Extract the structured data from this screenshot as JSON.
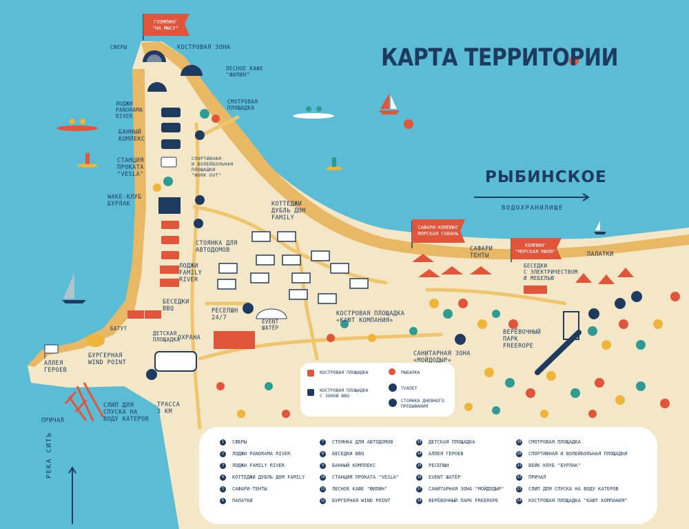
{
  "title": "КАРТА ТЕРРИТОРИИ",
  "lake": {
    "name": "РЫБИНСКОЕ",
    "subtitle": "ВОДОХРАНИЛИЩЕ"
  },
  "river": "РЕКА СИТЬ",
  "flags": {
    "glamping": "ГЛЭМПИНГ\n\"НА МЫСУ\"",
    "safari_camp": "САФАРИ-КЕМПИНГ\nМОРСКАЯ ГАВАНЬ",
    "camping_mile": "КЕМПИНГ\n\"МОРСКАЯ МИЛЯ\""
  },
  "labels": {
    "spheres": "СФЕРЫ",
    "fire_zone": "КОСТРОВАЯ ЗОНА",
    "forest_cafe": "ЛЕСНОЕ КАФЕ\n\"ФИЛИН\"",
    "lodges_panorama": "ЛОДЖИ\nPANORAMA\nRIVER",
    "observation": "СМОТРОВАЯ\nПЛОЩАДКА",
    "bath": "БАННЫЙ\nКОМЛЕКС",
    "sports": "СПОРТИВНАЯ\nИ ВОЛЕЙБОЛЬНАЯ\nПЛОЩАДКИ\n\"WORK OUT\"",
    "rental": "СТАНЦИЯ\nПРОКАТА\n\"VESLA\"",
    "wake": "WAKE-КЛУБ\nБУРЛАК",
    "cottages": "КОТТЕДЖИ\nДУБЛЬ ДОМ\nFAMILY",
    "rv_parking": "СТОЯНКА ДЛЯ\nАВТОДОМОВ",
    "lodges_family": "ЛОДЖИ\nFAMILY\nRIVER",
    "gazebos": "БЕСЕДКИ\nBBQ",
    "reception": "РЕСЕПШН\n24/7",
    "event": "EVENT\nШАТЁР",
    "fire_cabin": "КОСТРОВАЯ ПЛОЩАДКА\n«КАЮТ КОМПАНИЯ»",
    "batut": "БАТУТ",
    "kids": "ДЕТСКАЯ\nПЛОЩАДКА",
    "security": "ОХРАНА",
    "burger": "БУРГЕРНАЯ\nWIND POINT",
    "alley": "АЛЛЕЯ\nГЕРОЕВ",
    "slip": "СЛИП ДЛЯ\nСПУСКА НА\nВОДУ КАТЕРОВ",
    "pier": "ПРИЧАЛ",
    "highway": "ТРАССА\n3 КМ",
    "safari_tents": "САФАРИ\nТЕНТЫ",
    "tents": "ПАЛАТКИ",
    "gazebos_elec": "БЕСЕДКИ\nС ЭЛЕКТРИЧЕСТВОМ\nИ МЕБЕЛЬЮ",
    "ropes": "ВЕРЁВОЧНЫЙ\nПАРК\nFREEROPE",
    "sanitary": "САНИТАРНАЯ ЗОНА\n«МОЙДОДЫР»"
  },
  "mini_legend": [
    "КОСТРОВАЯ ПЛОЩАДКА",
    "КОСТРОВАЯ ПЛОЩАДКА\nС ЗОНОЙ BBQ",
    "РЫБАЛКА",
    "ТУАЛЕТ",
    "СТОЯНКА ДНЕВНОГО\nПРЕБЫВАНИЯ"
  ],
  "legend": [
    [
      "1",
      "СФЕРЫ"
    ],
    [
      "2",
      "ЛОДЖИ PANORAMA RIVER"
    ],
    [
      "3",
      "ЛОДЖИ FAMILY RIVER"
    ],
    [
      "4",
      "КОТТЕДЖИ ДУБЛЬ ДОМ FAMILY"
    ],
    [
      "5",
      "САФАРИ-ТЕНТЫ"
    ],
    [
      "6",
      "ПАЛАТКИ"
    ],
    [
      "7",
      "СТОЯНКА ДЛЯ АВТОДОМОВ"
    ],
    [
      "8",
      "БЕСЕДКИ BBQ"
    ],
    [
      "9",
      "БАННЫЙ КОМПЛЕКС"
    ],
    [
      "10",
      "СТАНЦИЯ ПРОКАТА \"VESLA\""
    ],
    [
      "11",
      "ЛЕСНОЕ КАФЕ \"ФИЛИН\""
    ],
    [
      "12",
      "БУРГЕРНАЯ WIND POINT"
    ],
    [
      "13",
      "ДЕТСКАЯ ПЛОЩАДКА"
    ],
    [
      "14",
      "АЛЛЕЯ ГЕРОЕВ"
    ],
    [
      "15",
      "РЕСЕПШН"
    ],
    [
      "16",
      "EVENT ШАТЁР"
    ],
    [
      "17",
      "САНИТАРНАЯ ЗОНА \"МОЙДОДЫР\""
    ],
    [
      "18",
      "ВЕРЁВОЧНЫЙ ПАРК FREEROPE"
    ],
    [
      "19",
      "СМОТРОВАЯ ПЛОЩАДКА"
    ],
    [
      "20",
      "СПОРТИВНАЯ И ВОЛЕЙБОЛЬНАЯ ПЛОЩАДКИ"
    ],
    [
      "21",
      "ВЕЙК КЛУБ \"БУРЛАК\""
    ],
    [
      "22",
      "ПРИЧАЛ"
    ],
    [
      "23",
      "СЛИП ДЛЯ СПУСКА НА ВОДУ КАТЕРОВ"
    ],
    [
      "24",
      "КОСТРОВАЯ ПЛОЩАДКА \"КАЮТ КОМПАНИЯ\""
    ]
  ],
  "colors": {
    "water": "#5bbcd6",
    "land": "#f3e7c7",
    "sand": "#e9b865",
    "navy": "#1f3a5f",
    "red": "#e1553a",
    "teal": "#2f9c94",
    "yellow": "#efb53a"
  }
}
